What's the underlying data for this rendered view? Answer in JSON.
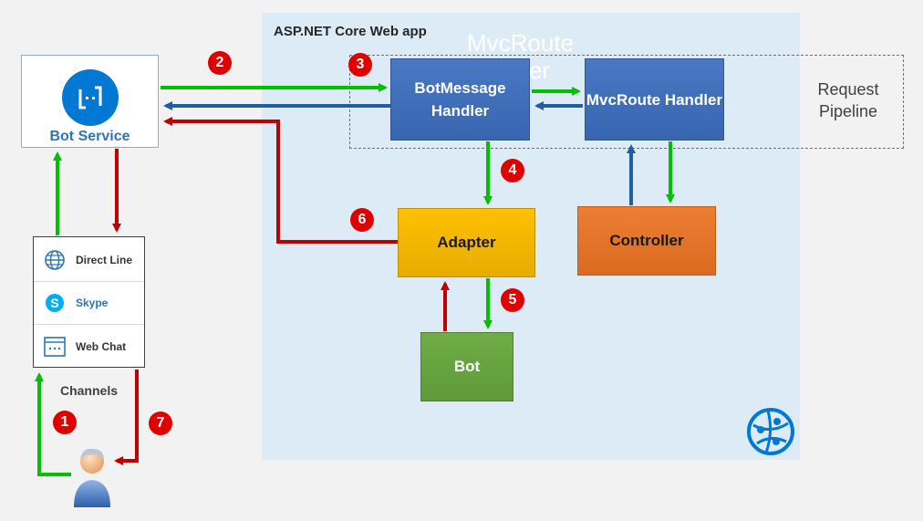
{
  "app": {
    "title": "ASP.NET Core Web app",
    "ghost_text": "MvcRoute Handler"
  },
  "pipeline": {
    "label": "Request Pipeline"
  },
  "boxes": {
    "bot_message_handler": "BotMessage Handler",
    "mvc_route_handler": "MvcRoute Handler",
    "adapter": "Adapter",
    "controller": "Controller",
    "bot": "Bot"
  },
  "bot_service": {
    "label": "Bot Service"
  },
  "channels": {
    "label": "Channels",
    "items": [
      {
        "label": "Direct Line",
        "icon": "globe-icon"
      },
      {
        "label": "Skype",
        "icon": "skype-icon"
      },
      {
        "label": "Web Chat",
        "icon": "webchat-icon"
      }
    ]
  },
  "steps": [
    "1",
    "2",
    "3",
    "4",
    "5",
    "6",
    "7"
  ],
  "colors": {
    "request": "#00c000",
    "response_red": "#c00000",
    "response_blue": "#1f5fa0",
    "badge": "#e00000",
    "app_bg": "#ddebf7"
  }
}
